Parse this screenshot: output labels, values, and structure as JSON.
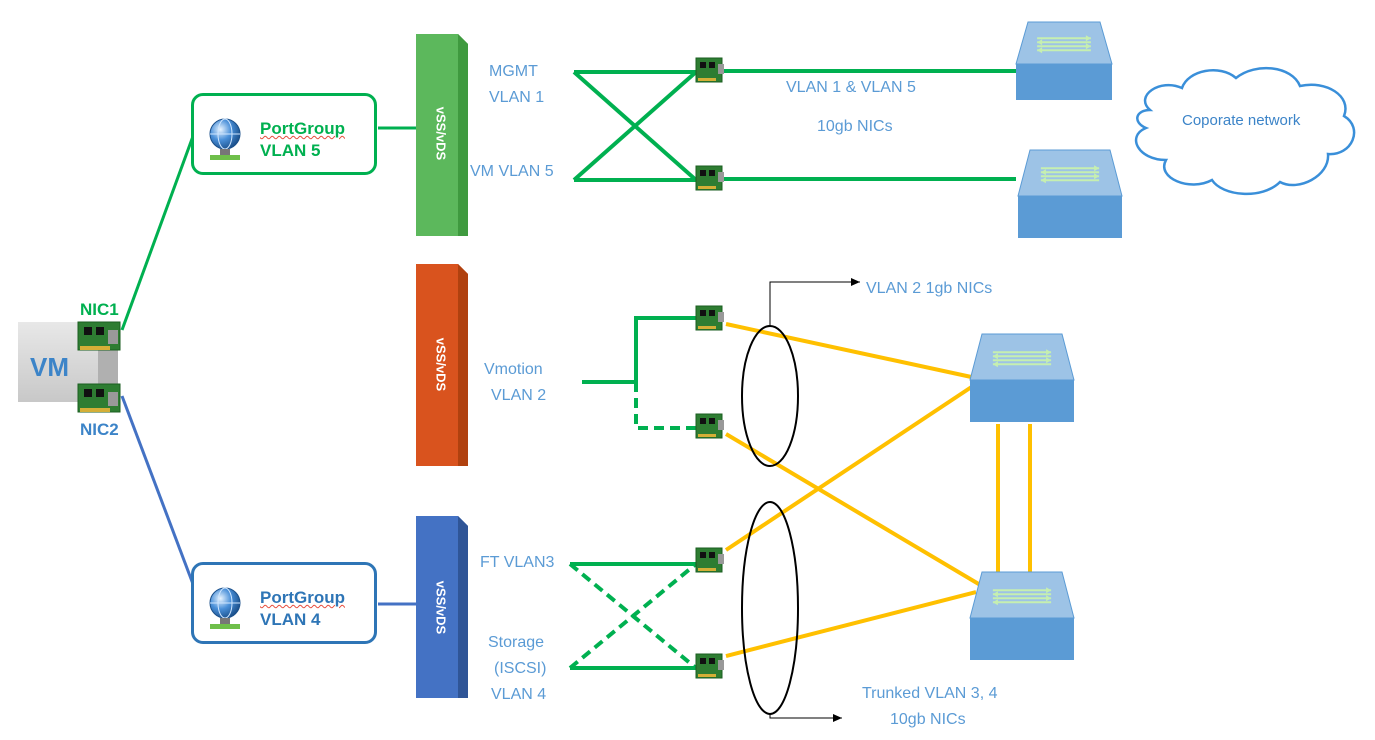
{
  "vm": {
    "label": "VM"
  },
  "nics": {
    "nic1": "NIC1",
    "nic2": "NIC2"
  },
  "portgroups": {
    "top": {
      "line1": "PortGroup",
      "line2": "VLAN 5"
    },
    "bottom": {
      "line1": "PortGroup",
      "line2": "VLAN 4"
    }
  },
  "switches_virtual": {
    "label": "vSS/vDS"
  },
  "labels": {
    "mgmt": "MGMT",
    "vlan1": "VLAN 1",
    "vm_vlan5": "VM VLAN 5",
    "vlan1_5": "VLAN 1 & VLAN 5",
    "nics10gb_top": "10gb NICs",
    "vlan2_nics": "VLAN 2 1gb NICs",
    "vmotion": "Vmotion",
    "vlan2": "VLAN 2",
    "ft_vlan3": "FT VLAN3",
    "storage": "Storage",
    "iscsi": "(ISCSI)",
    "vlan4": "VLAN 4",
    "trunked": "Trunked VLAN 3, 4",
    "nics10gb_bottom": "10gb NICs",
    "cloud": "Coporate network"
  },
  "colors": {
    "green": "#00b050",
    "blue_line": "#4472c4",
    "orange_line": "#ffc000",
    "vss_green": "#5cb85c",
    "vss_orange": "#d9531e",
    "vss_blue": "#4472c4",
    "switch_blue": "#5b9bd5",
    "label_blue": "#5b9bd5"
  }
}
